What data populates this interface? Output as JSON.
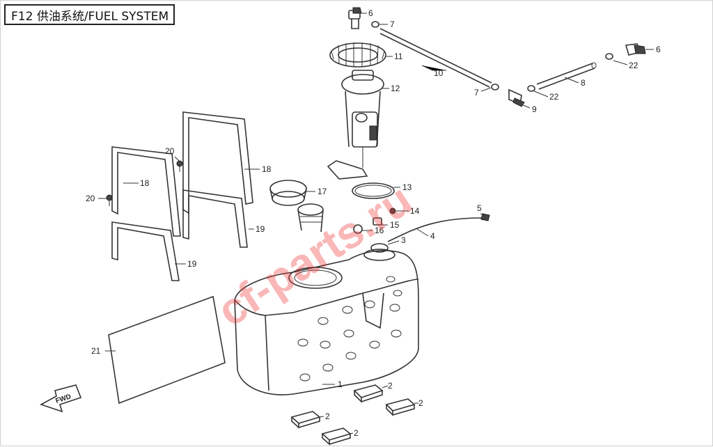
{
  "title": "F12 供油系统/FUEL SYSTEM",
  "watermark": "cf-parts.ru",
  "fwd_label": "FWD",
  "callouts": [
    {
      "id": "c6a",
      "text": "6"
    },
    {
      "id": "c7a",
      "text": "7"
    },
    {
      "id": "c11",
      "text": "11"
    },
    {
      "id": "c12",
      "text": "12"
    },
    {
      "id": "c10",
      "text": "10"
    },
    {
      "id": "c7b",
      "text": "7"
    },
    {
      "id": "c9",
      "text": "9"
    },
    {
      "id": "c22a",
      "text": "22"
    },
    {
      "id": "c8",
      "text": "8"
    },
    {
      "id": "c22b",
      "text": "22"
    },
    {
      "id": "c6b",
      "text": "6"
    },
    {
      "id": "c20a",
      "text": "20"
    },
    {
      "id": "c18a",
      "text": "18"
    },
    {
      "id": "c18b",
      "text": "18"
    },
    {
      "id": "c20b",
      "text": "20"
    },
    {
      "id": "c17",
      "text": "17"
    },
    {
      "id": "c13",
      "text": "13"
    },
    {
      "id": "c14",
      "text": "14"
    },
    {
      "id": "c5",
      "text": "5"
    },
    {
      "id": "c19a",
      "text": "19"
    },
    {
      "id": "c15",
      "text": "15"
    },
    {
      "id": "c16",
      "text": "16"
    },
    {
      "id": "c4",
      "text": "4"
    },
    {
      "id": "c3",
      "text": "3"
    },
    {
      "id": "c19b",
      "text": "19"
    },
    {
      "id": "c21",
      "text": "21"
    },
    {
      "id": "c1",
      "text": "1"
    },
    {
      "id": "c2a",
      "text": "2"
    },
    {
      "id": "c2b",
      "text": "2"
    },
    {
      "id": "c2c",
      "text": "2"
    },
    {
      "id": "c2d",
      "text": "2"
    }
  ]
}
